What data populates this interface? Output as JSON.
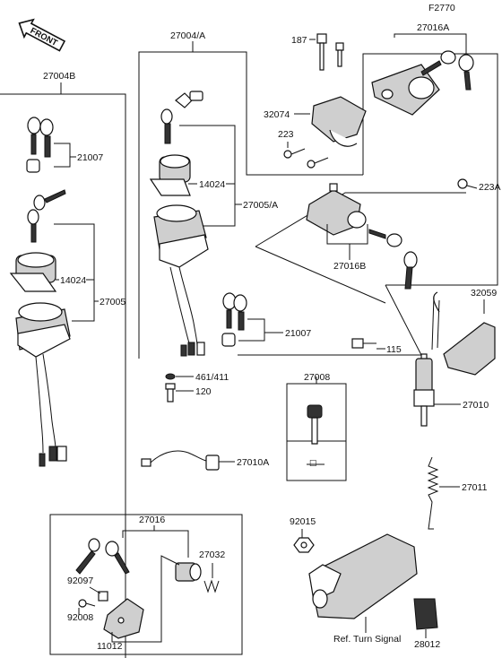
{
  "figure_code": "F2770",
  "front_badge": "FRONT",
  "labels": {
    "p27004B": "27004B",
    "p21007a": "21007",
    "p14024a": "14024",
    "p27005": "27005",
    "p27004A": "27004/A",
    "p14024b": "14024",
    "p27005A": "27005/A",
    "p21007b": "21007",
    "p461": "461/411",
    "p120": "120",
    "p27010A": "27010A",
    "p187": "187",
    "p27016A": "27016A",
    "p32074": "32074",
    "p223": "223",
    "p223A": "223A",
    "p27016B": "27016B",
    "p32059": "32059",
    "p115": "115",
    "p27008": "27008",
    "p27010": "27010",
    "p27011": "27011",
    "p27016": "27016",
    "p27032": "27032",
    "p92097": "92097",
    "p92008": "92008",
    "p11012": "11012",
    "p92015": "92015",
    "p28012": "28012",
    "ref_turn_signal": "Ref. Turn Signal"
  }
}
